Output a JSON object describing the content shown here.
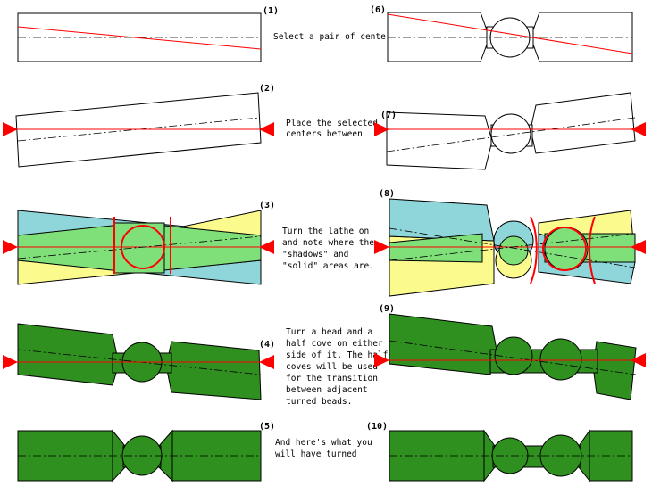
{
  "steps": [
    {
      "num": "(1)",
      "caption": [
        "Select a pair of centers"
      ]
    },
    {
      "num": "(2)",
      "caption": [
        "Place the selected",
        "centers between"
      ]
    },
    {
      "num": "(3)",
      "caption": [
        "Turn the lathe on",
        "and note where the",
        "\"shadows\" and",
        "\"solid\" areas are."
      ]
    },
    {
      "num": "(4)",
      "caption": [
        "Turn a bead and a",
        "half cove on either",
        "side of it. The half",
        "coves will be used",
        "for the transition",
        "between adjacent",
        "turned beads."
      ]
    },
    {
      "num": "(5)",
      "caption": [
        "And here's what you",
        "will have turned"
      ]
    },
    {
      "num": "(6)",
      "caption": []
    },
    {
      "num": "(7)",
      "caption": []
    },
    {
      "num": "(8)",
      "caption": []
    },
    {
      "num": "(9)",
      "caption": []
    },
    {
      "num": "(10)",
      "caption": []
    }
  ],
  "colors": {
    "wood": "#ffffff",
    "turned": "#2f8f1f",
    "solid": "#7fe07a",
    "shadow_a": "#8fd6da",
    "shadow_b": "#fbfa8c",
    "center_line": "#ff0000",
    "lathe_center": "#ff0000"
  }
}
